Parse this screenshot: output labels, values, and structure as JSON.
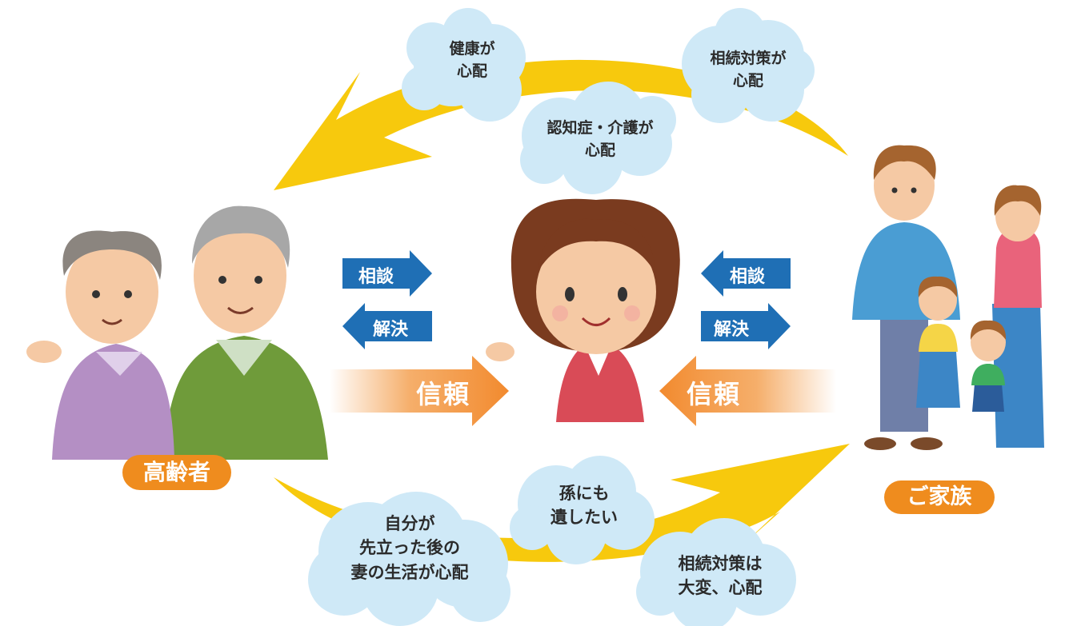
{
  "colors": {
    "cycle_arrow": "#f7c600",
    "cloud": "#cfe9f7",
    "blue_arrow": "#1f6fb5",
    "trust_arrow": "#f39a45",
    "pill": "#ef8c1e"
  },
  "top_clouds": [
    {
      "lines": [
        "健康が",
        "心配"
      ]
    },
    {
      "lines": [
        "相続対策が",
        "心配"
      ]
    },
    {
      "lines": [
        "認知症・介護が",
        "心配"
      ]
    }
  ],
  "bottom_clouds": [
    {
      "lines": [
        "自分が",
        "先立った後の",
        "妻の生活が心配"
      ]
    },
    {
      "lines": [
        "孫にも",
        "遺したい"
      ]
    },
    {
      "lines": [
        "相続対策は",
        "大変、心配"
      ]
    }
  ],
  "left_arrows": {
    "consult": "相談",
    "resolve": "解決"
  },
  "right_arrows": {
    "consult": "相談",
    "resolve": "解決"
  },
  "trust": {
    "left": "信頼",
    "right": "信頼"
  },
  "labels": {
    "elderly": "高齢者",
    "family": "ご家族"
  },
  "icons": [
    "elderly-couple-illustration",
    "advisor-illustration",
    "family-illustration"
  ]
}
